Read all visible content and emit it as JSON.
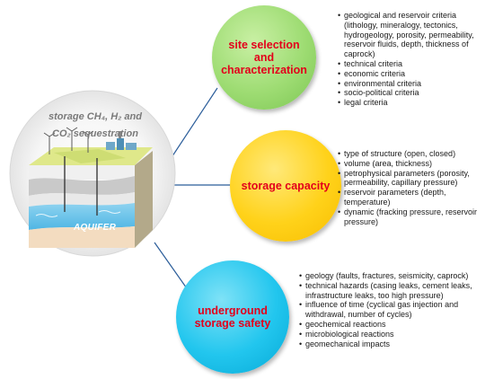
{
  "scene": {
    "title": "storage CH₄, H₂ and\nCO₂ sequestration",
    "aquifer_label": "AQUIFER"
  },
  "topics": [
    {
      "label": "site selection\nand\ncharacterization",
      "color": "#9edc73",
      "criteria": [
        "geological and reservoir criteria (lithology, mineralogy, tectonics, hydrogeology, porosity, permeability, reservoir fluids, depth, thickness of caprock)",
        "technical criteria",
        "economic criteria",
        "environmental criteria",
        "socio-political criteria",
        "legal criteria"
      ]
    },
    {
      "label": "storage capacity",
      "color": "#ffd21a",
      "criteria": [
        "type of structure (open, closed)",
        "volume (area, thickness)",
        "petrophysical parameters (porosity, permeability, capillary pressure)",
        "reservoir parameters (depth, temperature)",
        "dynamic (fracking pressure, reservoir pressure)"
      ]
    },
    {
      "label": "underground\nstorage safety",
      "color": "#22c6ee",
      "criteria": [
        "geology (faults, fractures, seismicity, caprock)",
        "technical hazards (casing leaks, cement leaks, infrastructure leaks, too high pressure)",
        "influence of time (cyclical gas injection and withdrawal, number of cycles)",
        "geochemical reactions",
        "microbiological reactions",
        "geomechanical impacts"
      ]
    }
  ],
  "colors": {
    "label_text": "#e3001b",
    "connector": "#2b5d9a"
  }
}
